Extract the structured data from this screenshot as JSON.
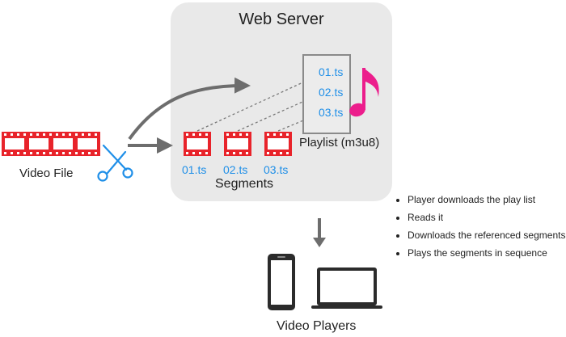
{
  "server": {
    "title": "Web Server"
  },
  "segments": {
    "title": "Segments",
    "labels": [
      "01.ts",
      "02.ts",
      "03.ts"
    ]
  },
  "playlist": {
    "title": "Playlist (m3u8)",
    "items": [
      "01.ts",
      "02.ts",
      "03.ts"
    ]
  },
  "source": {
    "title": "Video File"
  },
  "players": {
    "title": "Video Players"
  },
  "notes": [
    "Player downloads the  play list",
    "Reads it",
    "Downloads the referenced segments",
    "Plays the segments in sequence"
  ],
  "colors": {
    "film": "#e8232a",
    "segment_text": "#1f8fe8",
    "note": "#ec1e8c",
    "scissors": "#1f8fe8",
    "server_bg": "#e9e9e9",
    "arrow": "#6d6d6d"
  },
  "icons": [
    "film-strip-icon",
    "scissors-icon",
    "music-note-icon",
    "phone-icon",
    "laptop-icon",
    "down-arrow-icon"
  ]
}
